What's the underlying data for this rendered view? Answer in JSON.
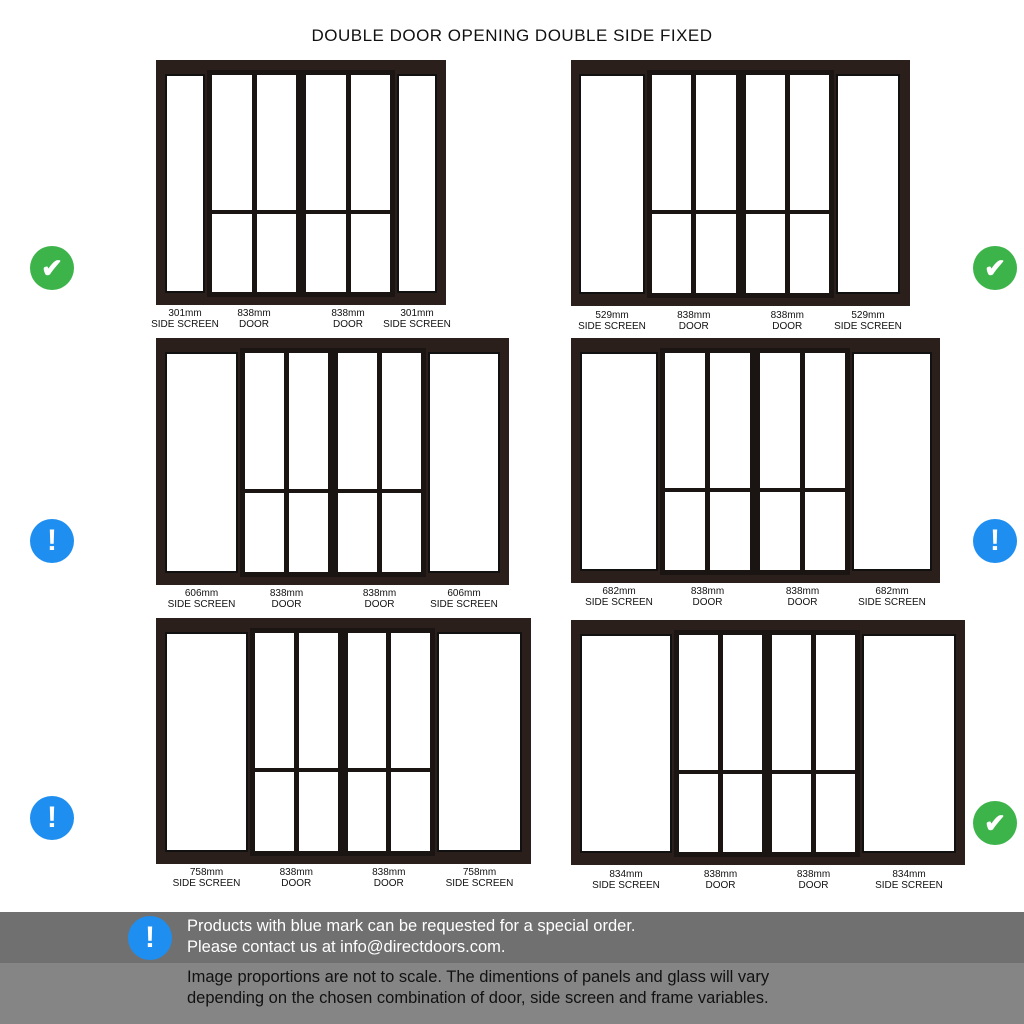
{
  "title": "DOUBLE DOOR OPENING DOUBLE SIDE FIXED",
  "colors": {
    "check": "#3cb44a",
    "info": "#1e8ff0"
  },
  "configs": [
    {
      "status": "check",
      "side": "301mm",
      "door": "838mm",
      "side_label": "SIDE SCREEN",
      "door_label": "DOOR"
    },
    {
      "status": "check",
      "side": "529mm",
      "door": "838mm",
      "side_label": "SIDE SCREEN",
      "door_label": "DOOR"
    },
    {
      "status": "info",
      "side": "606mm",
      "door": "838mm",
      "side_label": "SIDE SCREEN",
      "door_label": "DOOR"
    },
    {
      "status": "info",
      "side": "682mm",
      "door": "838mm",
      "side_label": "SIDE SCREEN",
      "door_label": "DOOR"
    },
    {
      "status": "info",
      "side": "758mm",
      "door": "838mm",
      "side_label": "SIDE SCREEN",
      "door_label": "DOOR"
    },
    {
      "status": "check",
      "side": "834mm",
      "door": "838mm",
      "side_label": "SIDE SCREEN",
      "door_label": "DOOR"
    }
  ],
  "footer": {
    "special_line1": "Products with blue mark can be requested for a special order.",
    "special_line2": "Please contact us at info@directdoors.com.",
    "scale_line1": "Image proportions are not to scale. The dimentions of panels and glass will vary",
    "scale_line2": "depending on the chosen combination of door, side screen and frame variables."
  }
}
